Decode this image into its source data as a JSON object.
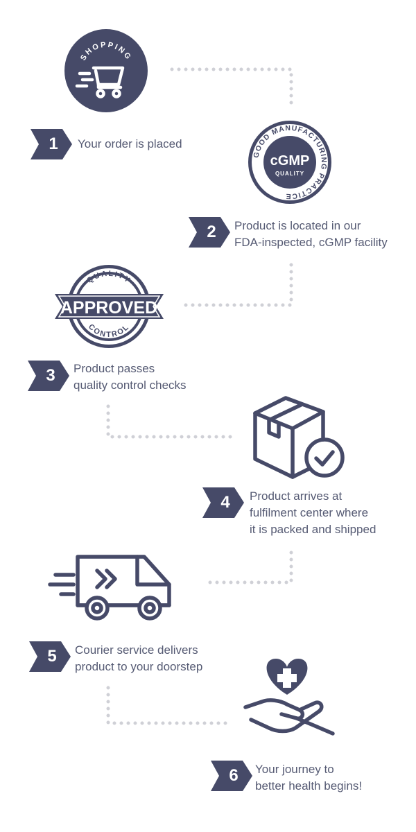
{
  "colors": {
    "primary": "#464a68",
    "dots": "#cfd0d6",
    "text": "#555a73"
  },
  "badges": {
    "shopping": {
      "text": "SHOPPING",
      "icon": "shopping-cart-icon"
    },
    "cgmp": {
      "ring_text": "GOOD MANUFACTURING PRACTICE",
      "main": "cGMP",
      "sub": "QUALITY"
    },
    "approved": {
      "top": "QUALITY",
      "main": "APPROVED",
      "bottom": "CONTROL"
    }
  },
  "steps": [
    {
      "number": "1",
      "lines": [
        "Your order is placed"
      ],
      "icon": "shopping-cart-icon"
    },
    {
      "number": "2",
      "lines": [
        "Product is located in our",
        "FDA-inspected, cGMP facility"
      ],
      "icon": "cgmp-seal-icon"
    },
    {
      "number": "3",
      "lines": [
        "Product passes",
        "quality control checks"
      ],
      "icon": "quality-approved-stamp-icon"
    },
    {
      "number": "4",
      "lines": [
        "Product arrives at",
        "fulfilment center where",
        "it is packed and shipped"
      ],
      "icon": "box-checkmark-icon"
    },
    {
      "number": "5",
      "lines": [
        "Courier service delivers",
        "product to your doorstep"
      ],
      "icon": "delivery-van-icon"
    },
    {
      "number": "6",
      "lines": [
        "Your journey to",
        "better health begins!"
      ],
      "icon": "hand-heart-icon"
    }
  ]
}
